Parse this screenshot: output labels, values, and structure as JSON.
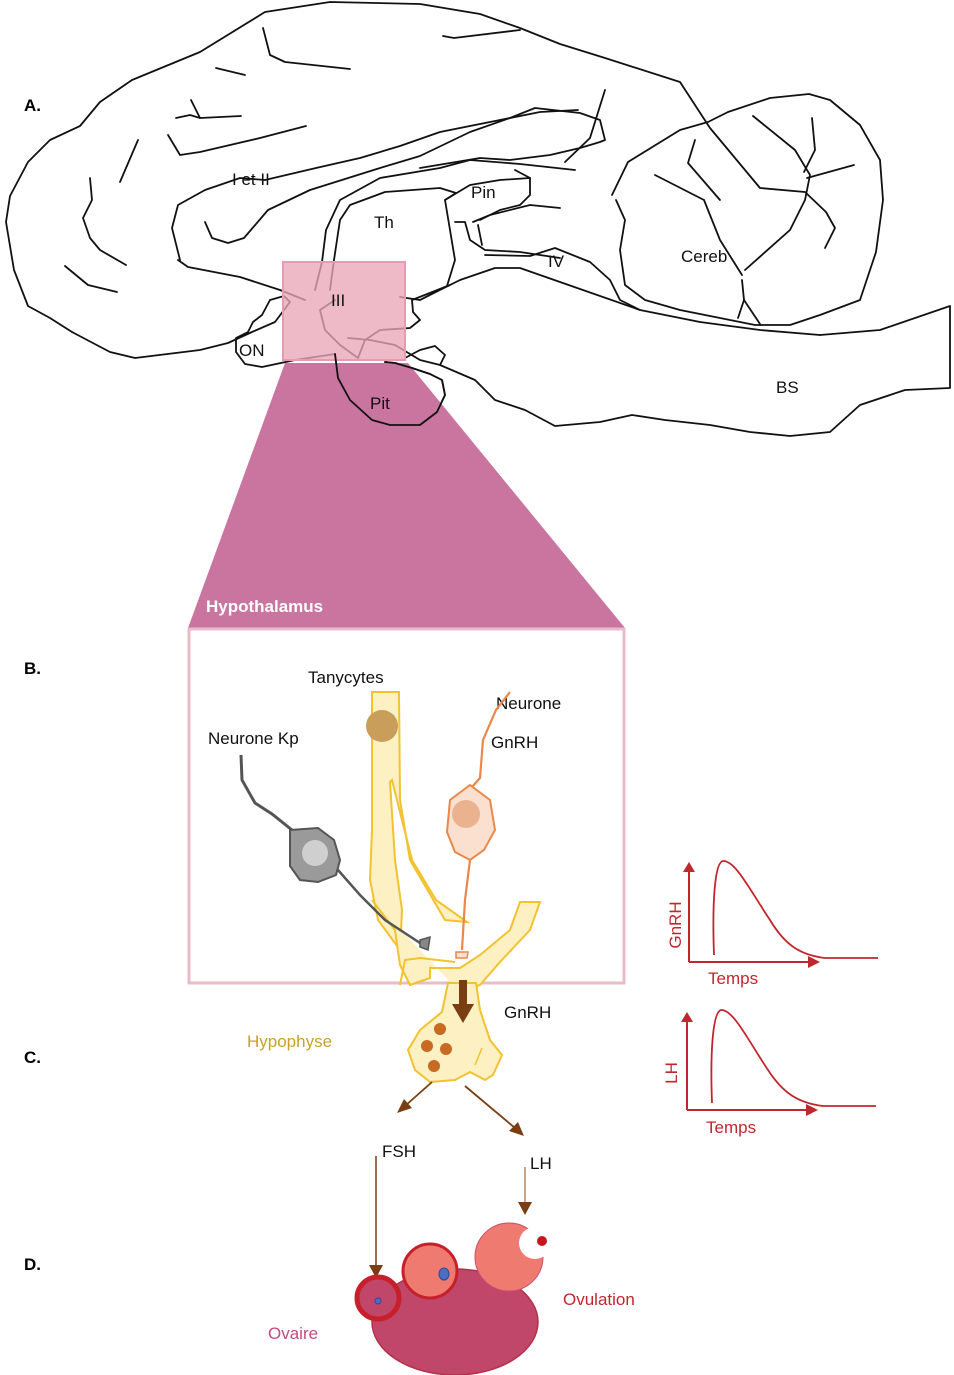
{
  "panels": {
    "a": "A.",
    "b": "B.",
    "c": "C.",
    "d": "D."
  },
  "brain_labels": {
    "corpus": "I et II",
    "thalamus": "Th",
    "pineal": "Pin",
    "third_ventricle": "III",
    "fourth_ventricle": "IV",
    "cerebellum": "Cereb",
    "optic_nerve": "ON",
    "pituitary": "Pit",
    "brainstem": "BS"
  },
  "hypothalamus": {
    "title": "Hypothalamus",
    "tanycytes": "Tanycytes",
    "neurone_kp": "Neurone Kp",
    "neurone_gnrh_line1": "Neurone",
    "neurone_gnrh_line2": "GnRH"
  },
  "pituitary_section": {
    "hypophyse": "Hypophyse",
    "gnrh": "GnRH",
    "fsh": "FSH",
    "lh": "LH"
  },
  "ovary_section": {
    "ovaire": "Ovaire",
    "ovulation": "Ovulation"
  },
  "graphs": [
    {
      "ylabel": "GnRH",
      "xlabel": "Temps"
    },
    {
      "ylabel": "LH",
      "xlabel": "Temps"
    }
  ],
  "colors": {
    "hypothalamus_band": "#c9759f",
    "zoom_box": "#e9a7b9",
    "graph_red": "#c0272d",
    "tanycyte_fill": "#fdf0c2",
    "tanycyte_stroke": "#f2c230",
    "hypophyse_text": "#c9a227",
    "ovaire_text": "#c14d7b",
    "ovulation_text": "#c0272d",
    "ovary_fill": "#c0476a",
    "follicle_fill": "#ee7a70",
    "arrow_brown": "#7a3e12"
  }
}
